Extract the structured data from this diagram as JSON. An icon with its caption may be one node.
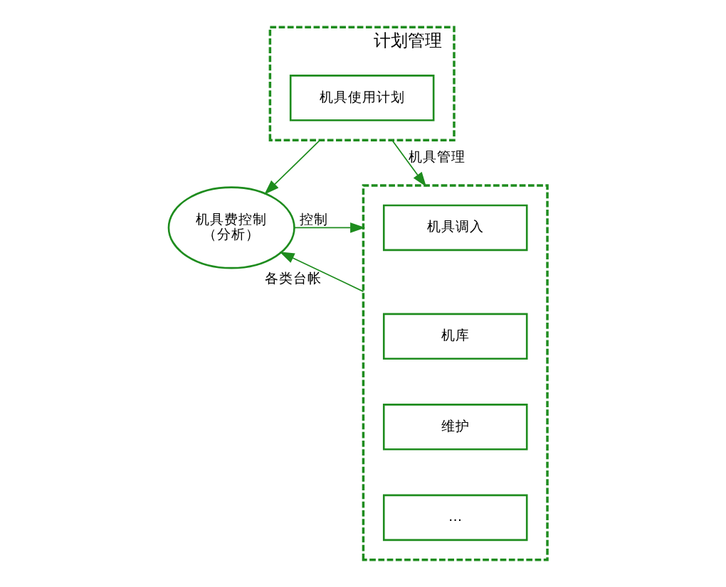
{
  "diagram": {
    "nodes": [
      {
        "text": [
          "计划管理"
        ]
      },
      {
        "text": [
          "机具使用计划"
        ],
        "in": 0
      },
      {
        "text": [
          "机具费控制",
          "（分析）"
        ]
      },
      {
        "text": [],
        "shape": "box"
      },
      {
        "text": [
          "机具调入"
        ],
        "in": 3
      },
      {
        "text": [
          "机库"
        ],
        "in": 3
      },
      {
        "text": [
          "维护"
        ],
        "in": 3
      },
      {
        "text": [
          "…"
        ],
        "in": 3
      }
    ],
    "edges": [
      {
        "from": 0,
        "to": 2,
        "arrow": "to"
      },
      {
        "from": 0,
        "to": 3,
        "arrow": "to",
        "label": "机具管理"
      },
      {
        "from": 2,
        "to": 3,
        "arrow": "to",
        "label": "控制"
      },
      {
        "from": 3,
        "to": 2,
        "arrow": "to",
        "label": "各类台帐"
      }
    ]
  }
}
